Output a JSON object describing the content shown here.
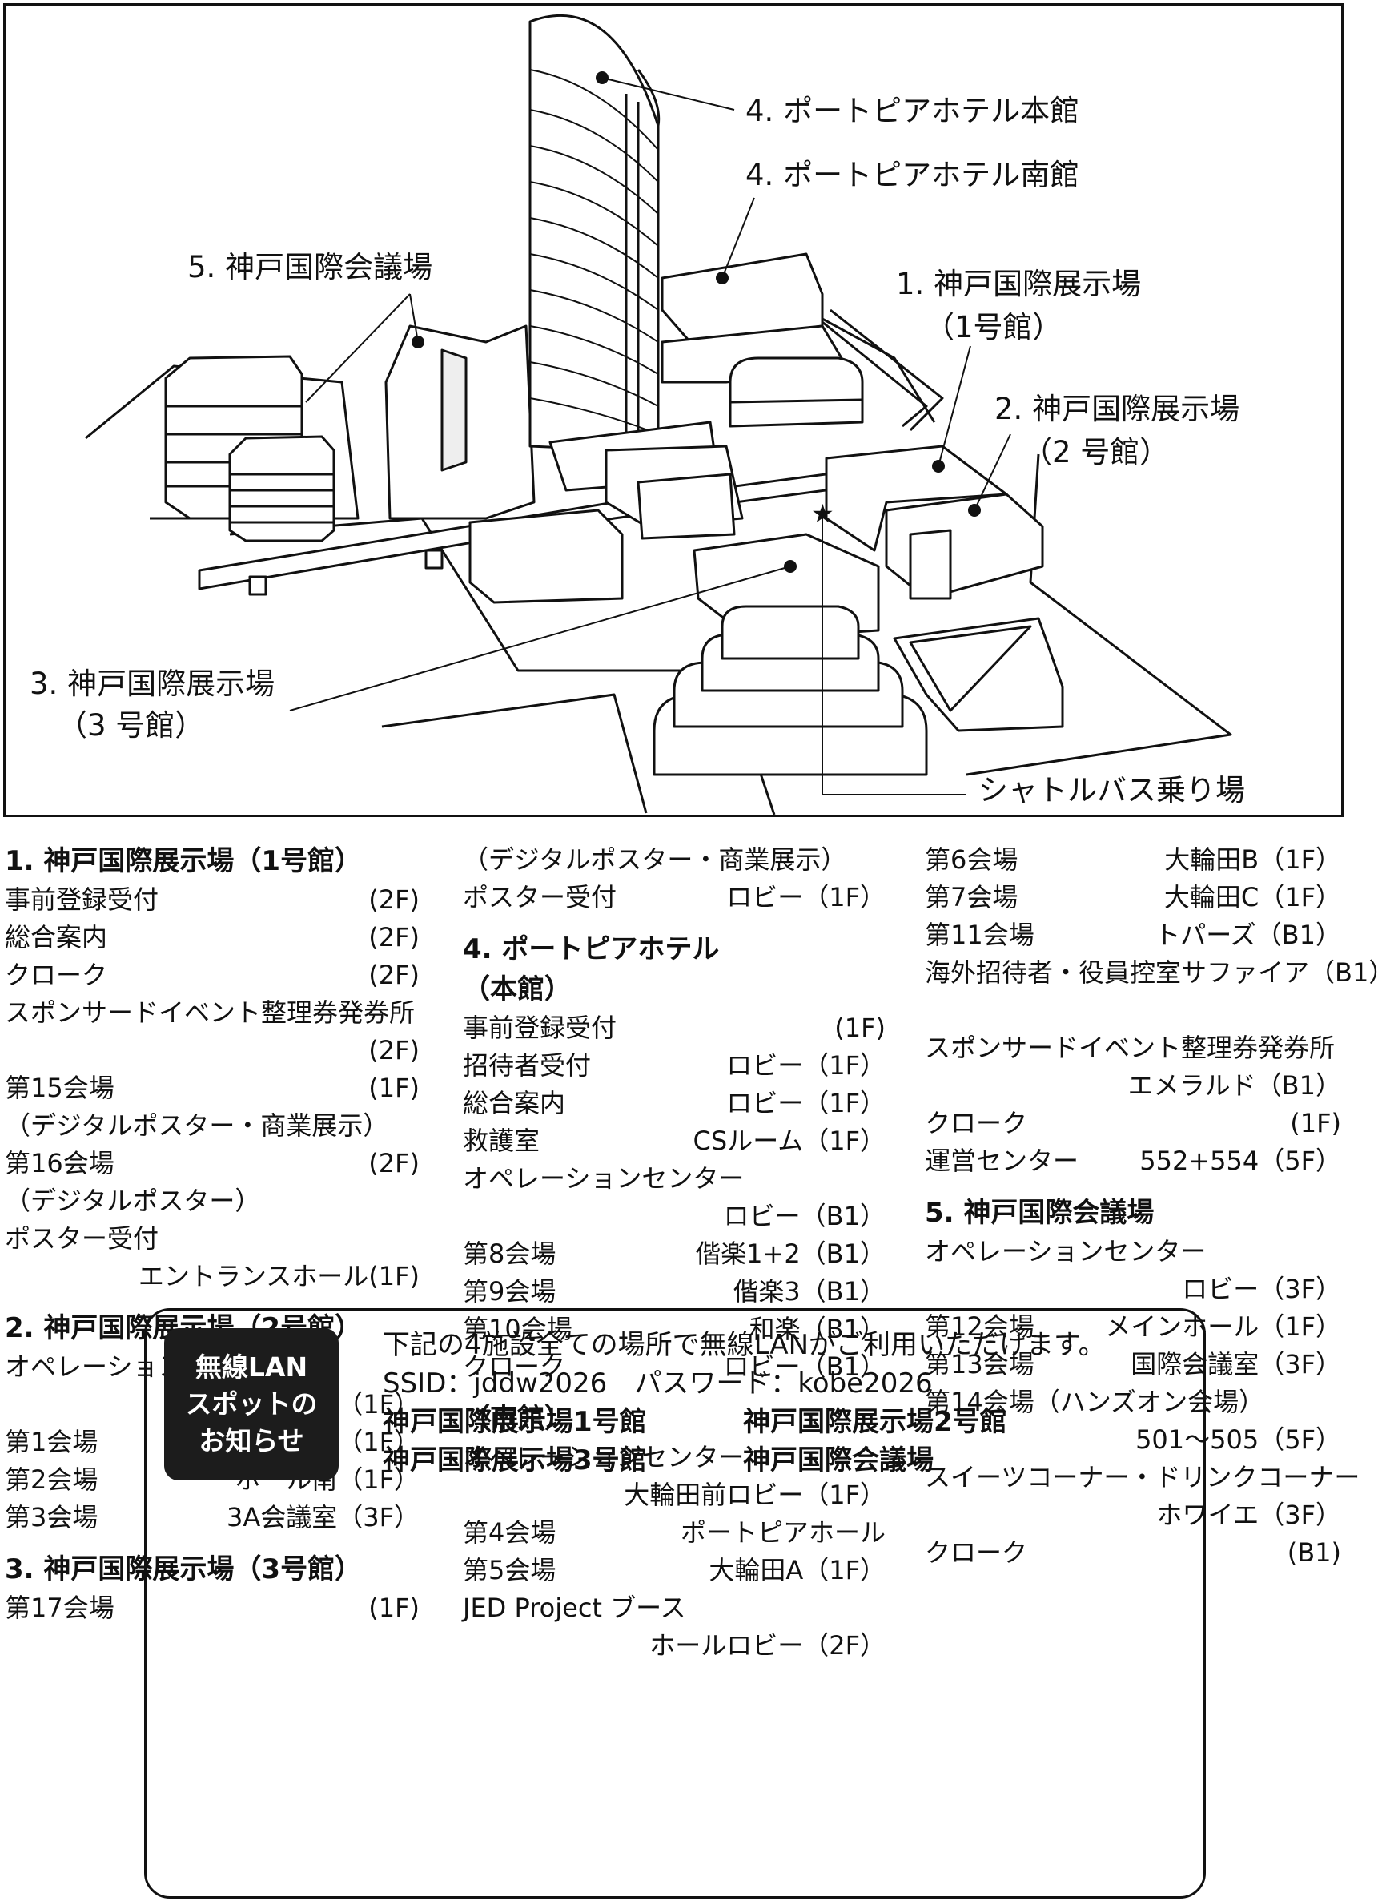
{
  "map": {
    "labels": {
      "hotel_main": "4. ポートピアホテル本館",
      "hotel_south": "4. ポートピアホテル南館",
      "conference": "5. 神戸国際会議場",
      "hall1_a": "1. 神戸国際展示場",
      "hall1_b": "（1号館）",
      "hall2_a": "2. 神戸国際展示場",
      "hall2_b": "（2 号館）",
      "hall3_a": "3. 神戸国際展示場",
      "hall3_b": "（3 号館）",
      "shuttle": "シャトルバス乗り場"
    }
  },
  "directory": {
    "s1": {
      "heading": "1. 神戸国際展示場（1号館）",
      "r1": [
        "事前登録受付",
        "(2F)"
      ],
      "r2": [
        "総合案内",
        "(2F)"
      ],
      "r3": [
        "クローク",
        "(2F)"
      ],
      "r4": "スポンサードイベント整理券発券所",
      "r4v": "(2F)",
      "r5": [
        "第15会場",
        "(1F)"
      ],
      "r5n": "（デジタルポスター・商業展示）",
      "r6": [
        "第16会場",
        "(2F)"
      ],
      "r6n": "（デジタルポスター）",
      "r7": "ポスター受付",
      "r7v": "エントランスホール(1F)"
    },
    "s2": {
      "heading": "2. 神戸国際展示場（2号館）",
      "r1": "オペレーションセンター",
      "r1v": "ロビー（1F）",
      "r2": [
        "第1会場",
        "ホール北（1F）"
      ],
      "r3": [
        "第2会場",
        "ホール南（1F）"
      ],
      "r4": [
        "第3会場",
        "3A会議室（3F）"
      ]
    },
    "s3": {
      "heading": "3. 神戸国際展示場（3号館）",
      "r1": [
        "第17会場",
        "(1F)"
      ],
      "r1n": "（デジタルポスター・商業展示）",
      "r2": [
        "ポスター受付",
        "ロビー（1F）"
      ]
    },
    "s4": {
      "heading1": "4. ポートピアホテル",
      "heading2": "（本館）",
      "r1": [
        "事前登録受付",
        "(1F)"
      ],
      "r2": [
        "招待者受付",
        "ロビー（1F）"
      ],
      "r3": [
        "総合案内",
        "ロビー（1F）"
      ],
      "r4": [
        "救護室",
        "CSルーム（1F）"
      ],
      "r5": "オペレーションセンター",
      "r5v": "ロビー（B1）",
      "r6": [
        "第8会場",
        "偕楽1+2（B1）"
      ],
      "r7": [
        "第9会場",
        "偕楽3（B1）"
      ],
      "r8": [
        "第10会場",
        "和楽（B1）"
      ],
      "r9": [
        "クローク",
        "ロビー（B1）"
      ],
      "south": "（南館）",
      "s1": "オペレーションセンター",
      "s1v": "大輪田前ロビー（1F）",
      "s2": [
        "第4会場",
        "ポートピアホール"
      ],
      "s3": [
        "第5会場",
        "大輪田A（1F）"
      ],
      "s4": "JED Project ブース",
      "s4v": "ホールロビー（2F）",
      "s5": [
        "第6会場",
        "大輪田B（1F）"
      ],
      "s6": [
        "第7会場",
        "大輪田C（1F）"
      ],
      "s7": [
        "第11会場",
        "トパーズ（B1）"
      ],
      "s8": [
        "海外招待者・役員控室",
        "サファイア（B1）"
      ],
      "s9": "スポンサードイベント整理券発券所",
      "s9v": "エメラルド（B1）",
      "s10": [
        "クローク",
        "(1F)"
      ],
      "s11": [
        "運営センター",
        "552+554（5F）"
      ]
    },
    "s5": {
      "heading": "5. 神戸国際会議場",
      "r1": "オペレーションセンター",
      "r1v": "ロビー（3F）",
      "r2": [
        "第12会場",
        "メインホール（1F）"
      ],
      "r3": [
        "第13会場",
        "国際会議室（3F）"
      ],
      "r4": "第14会場（ハンズオン会場）",
      "r4v": "501～505（5F）",
      "r5": "スイーツコーナー・ドリンクコーナー",
      "r5v": "ホワイエ（3F）",
      "r6": [
        "クローク",
        "(B1)"
      ]
    }
  },
  "wifi": {
    "badge": [
      "無線LAN",
      "スポットの",
      "お知らせ"
    ],
    "line1": "下記の4施設全ての場所で無線LANがご利用いただけます。",
    "line2": "SSID：jddw2026　パスワード：kobe2026",
    "venues": [
      "神戸国際展示場1号館",
      "神戸国際展示場2号館",
      "神戸国際展示場3号館",
      "神戸国際会議場"
    ]
  }
}
